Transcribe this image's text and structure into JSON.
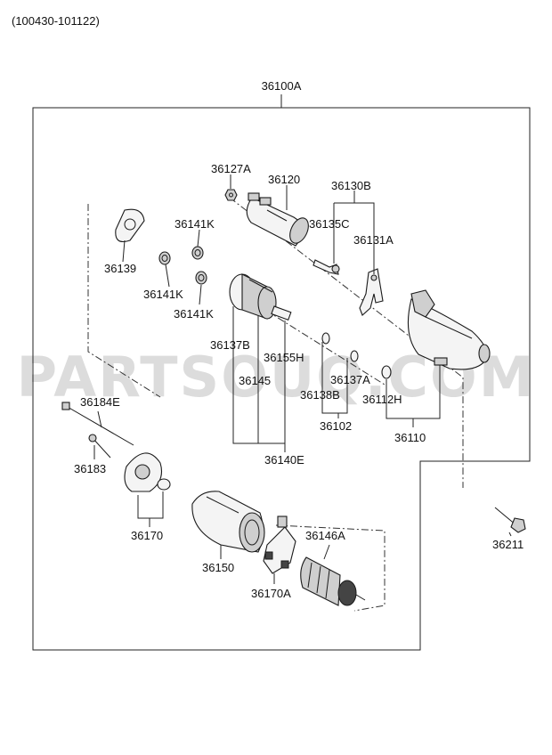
{
  "header": {
    "date_range": "(100430-101122)"
  },
  "watermark": "PARTSOUQ.COM",
  "assembly": {
    "label": "36100A"
  },
  "parts": {
    "p36127A": "36127A",
    "p36120": "36120",
    "p36130B": "36130B",
    "p36135C": "36135C",
    "p36131A": "36131A",
    "p36141K_a": "36141K",
    "p36141K_b": "36141K",
    "p36141K_c": "36141K",
    "p36139": "36139",
    "p36137B": "36137B",
    "p36155H": "36155H",
    "p36145": "36145",
    "p36137A": "36137A",
    "p36138B": "36138B",
    "p36112H": "36112H",
    "p36102": "36102",
    "p36110": "36110",
    "p36140E": "36140E",
    "p36184E": "36184E",
    "p36183": "36183",
    "p36170": "36170",
    "p36150": "36150",
    "p36146A": "36146A",
    "p36170A": "36170A",
    "p36211": "36211"
  }
}
